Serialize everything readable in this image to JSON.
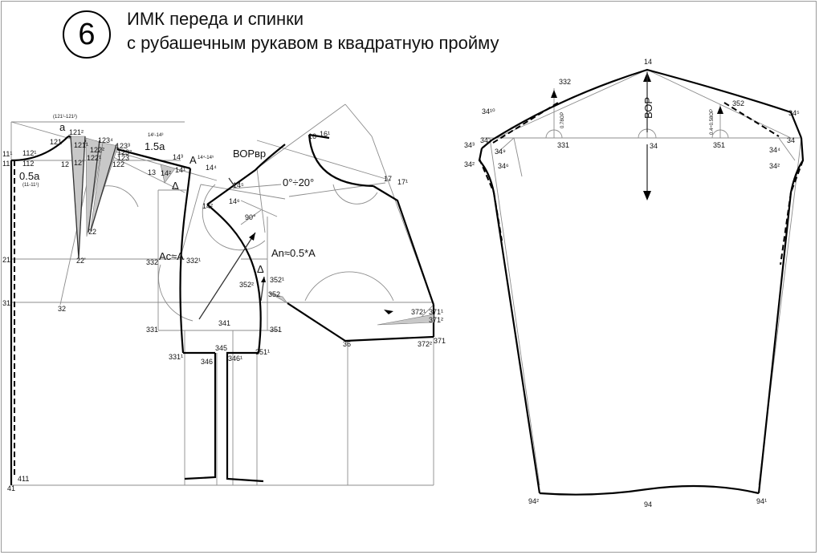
{
  "header": {
    "number": "6",
    "title_line1": "ИМК переда и спинки",
    "title_line2": "с рубашечным рукавом в квадратную пройму"
  },
  "labels": {
    "p11_1": "11¹",
    "p112_1": "112¹",
    "p11": "11",
    "p112": "112",
    "half_a": "0.5a",
    "p11_11": "(11-11¹)",
    "a_lbl": "a",
    "p121_121": "(121¹-121²)",
    "p121_2": "121²",
    "p121": "121",
    "p121_1": "121¹",
    "p12": "12",
    "p12_1": "12'",
    "p123_4": "123⁴",
    "p123_3": "123³",
    "p123_2": "123²",
    "p122_2": "122²",
    "p123": "123",
    "p122_1": "122¹",
    "p122": "122",
    "p22": "22",
    "p22_1": "22'",
    "p21": "21",
    "p31": "31",
    "p32": "32",
    "p41": "41",
    "p411": "411",
    "p14_14": "14¹-14³",
    "one_half_a": "1.5a",
    "p14_3": "14³",
    "p13": "13",
    "p14_1": "14¹",
    "p14_2": "14²",
    "p14_4": "14⁴",
    "A_lbl": "A",
    "A_range": "14⁴-14⁵",
    "delta": "Δ",
    "vor_vr": "ВОРвр",
    "p14_5": "14⁵",
    "p14_6": "14⁶",
    "p14_2b": "14²",
    "angle_range": "0°÷20°",
    "deg90": "90°",
    "p16": "16",
    "p16_1": "16¹",
    "p17": "17",
    "p17_1": "17¹",
    "ac_eq": "Ac≈A",
    "p332": "332",
    "p332_1": "332¹",
    "an_eq": "An≈0.5*A",
    "delta2": "Δ",
    "p352_1": "352¹",
    "p352_2": "352²",
    "p352": "352",
    "p331": "331",
    "p341": "341",
    "p351": "351",
    "p331_1": "331¹",
    "p345": "345",
    "p346": "346",
    "p346_1": "346¹",
    "p351_1": "351¹",
    "p36": "36",
    "p372_1": "372¹",
    "p371_1": "371¹",
    "p371_2": "371²",
    "p372_2": "372²",
    "p371": "371",
    "s14": "14",
    "s332": "332",
    "s352": "352",
    "vop": "ВОР",
    "k078": "0.78ОР",
    "k044": "0.4÷0.58ОР",
    "s34_10": "34¹⁰",
    "s34_5": "34⁵",
    "s34_3": "34³",
    "s34_1": "34'",
    "s34_9": "34⁹",
    "s331": "331",
    "s34": "34",
    "s351": "351",
    "s34_4": "34⁴",
    "s34r": "34",
    "s34_2": "34²",
    "s34_6": "34⁶",
    "s34_2r": "34²",
    "s94_2": "94²",
    "s94": "94",
    "s94_1": "94¹"
  }
}
